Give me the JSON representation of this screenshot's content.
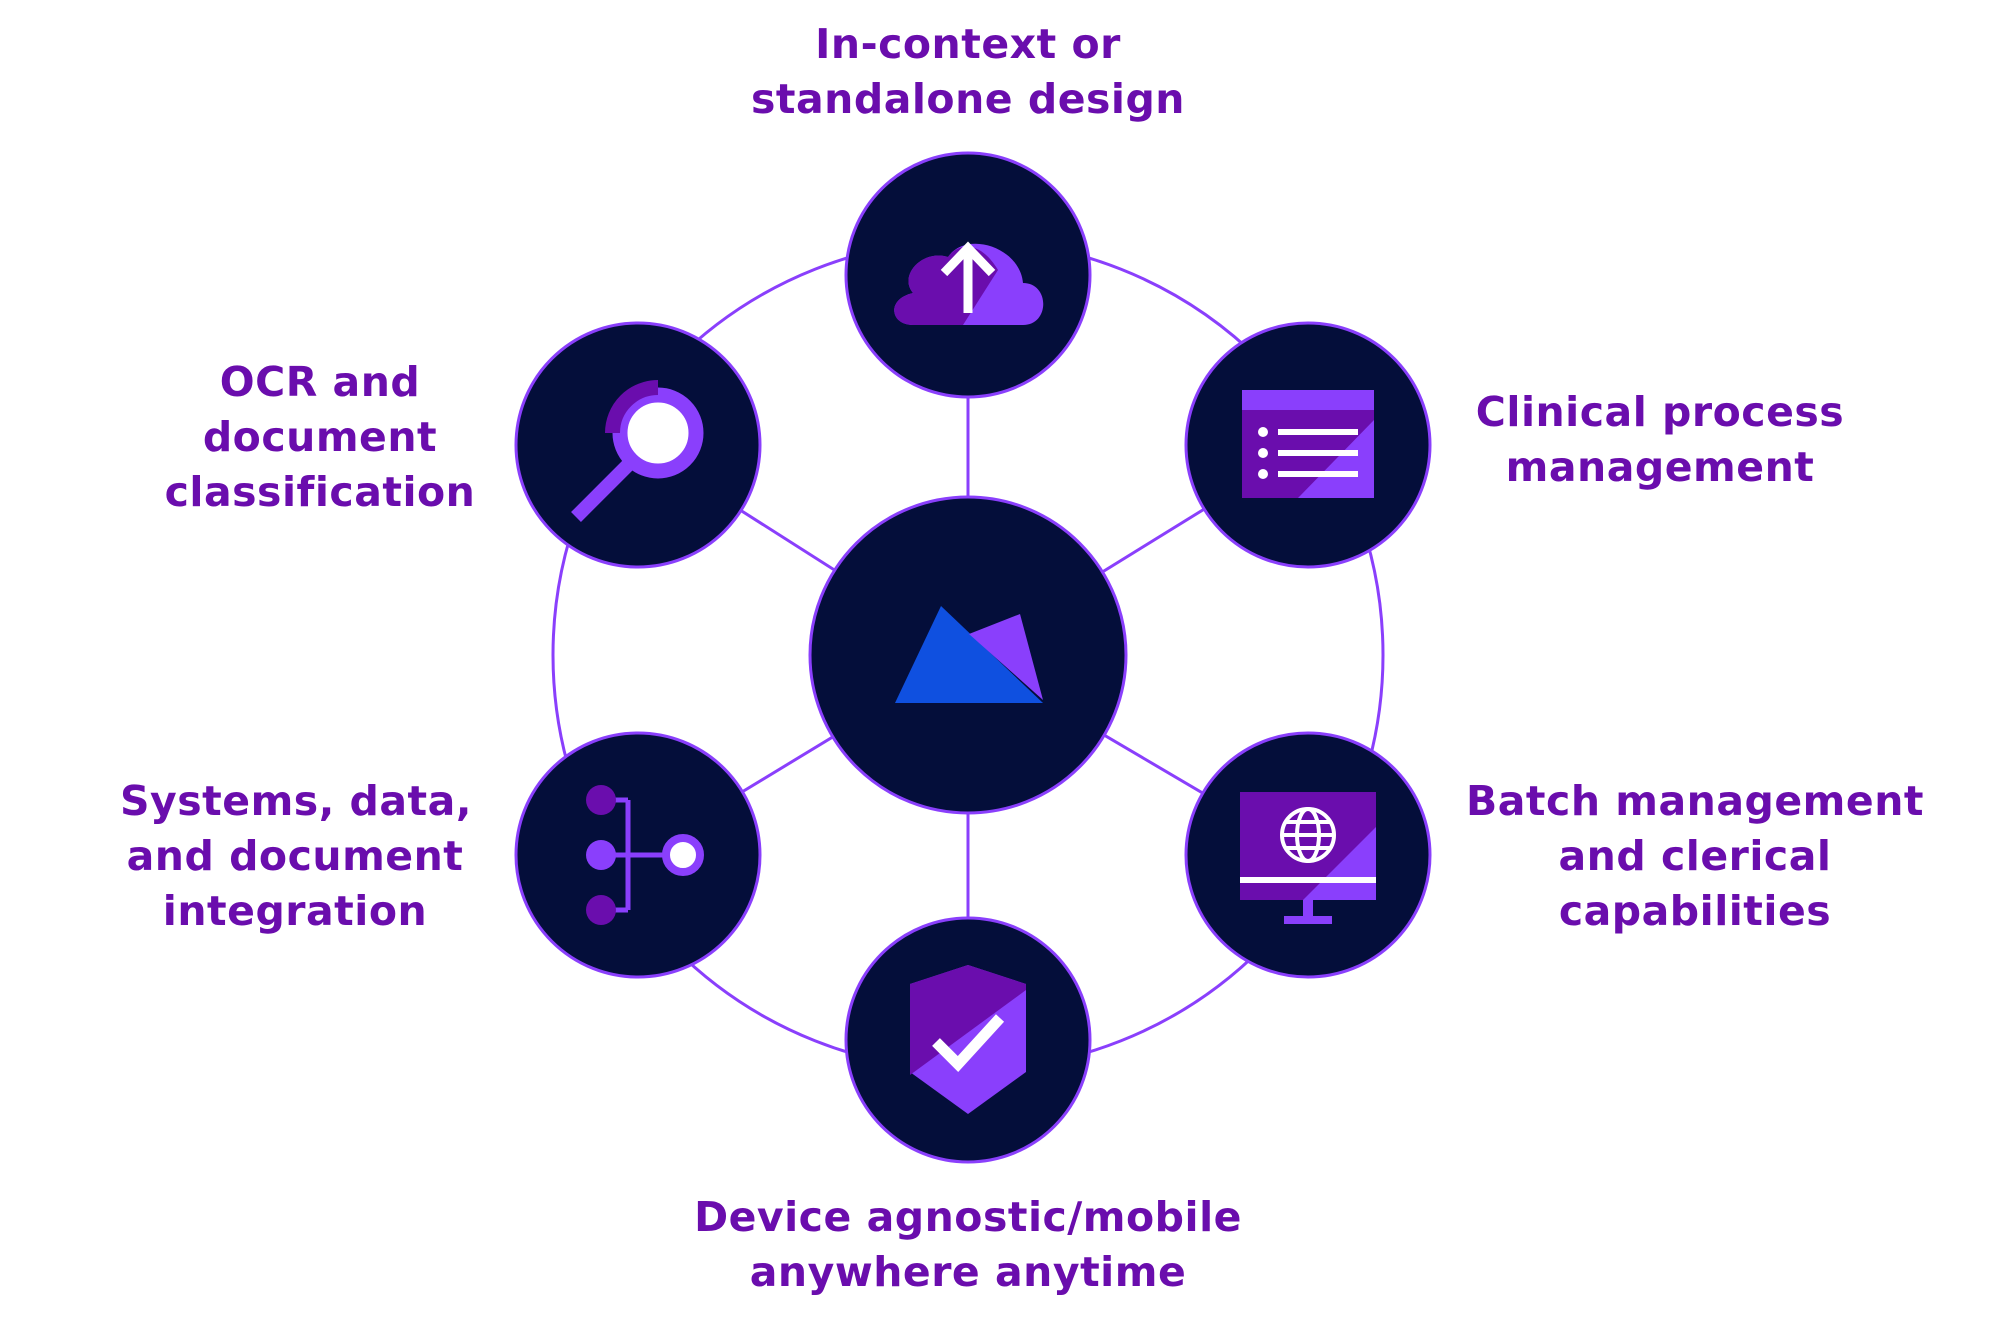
{
  "colors": {
    "node_fill": "#040e3a",
    "ring_stroke": "#8a3ffc",
    "label_text": "#6a0dad",
    "purple_dark": "#6a0dad",
    "purple_light": "#8a3ffc",
    "logo_blue": "#0f50e0"
  },
  "center_node": {
    "icon": "logo-icon"
  },
  "features": [
    {
      "id": "design",
      "icon": "cloud-upload-icon",
      "lines": [
        "In-context or",
        "standalone design"
      ]
    },
    {
      "id": "clinical",
      "icon": "list-window-icon",
      "lines": [
        "Clinical process",
        "management"
      ]
    },
    {
      "id": "batch",
      "icon": "monitor-globe-icon",
      "lines": [
        "Batch management",
        "and clerical",
        "capabilities"
      ]
    },
    {
      "id": "device",
      "icon": "shield-check-icon",
      "lines": [
        "Device agnostic/mobile",
        "anywhere anytime"
      ]
    },
    {
      "id": "integration",
      "icon": "integration-tree-icon",
      "lines": [
        "Systems, data,",
        "and document",
        "integration"
      ]
    },
    {
      "id": "ocr",
      "icon": "magnifier-icon",
      "lines": [
        "OCR and",
        "document",
        "classification"
      ]
    }
  ]
}
